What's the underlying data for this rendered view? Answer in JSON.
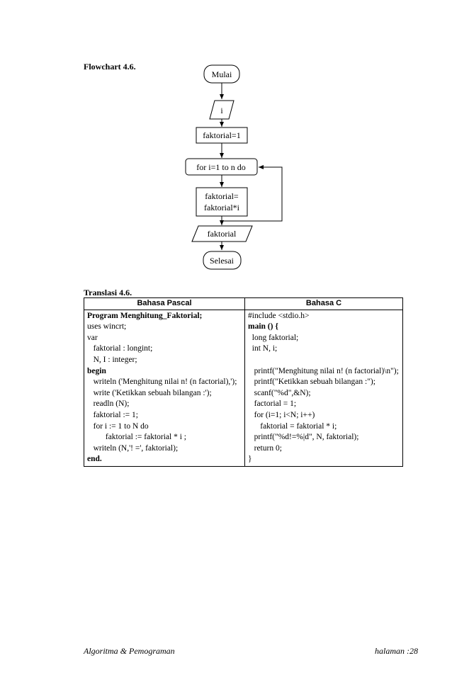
{
  "flowchart": {
    "heading": "Flowchart 4.6.",
    "start": "Mulai",
    "input": "i",
    "init": "faktorial=1",
    "loop": "for i=1 to n do",
    "process_line1": "faktorial=",
    "process_line2": "faktorial*i",
    "output": "faktorial",
    "end": "Selesai"
  },
  "translation": {
    "heading": "Translasi 4.6.",
    "col_pascal": "Bahasa Pascal",
    "col_c": "Bahasa C",
    "pascal_lines": [
      {
        "text": "Program Menghitung_Faktorial;",
        "bold": true
      },
      {
        "text": "uses wincrt;",
        "bold": false
      },
      {
        "text": "var",
        "bold": false
      },
      {
        "text": "   faktorial : longint;",
        "bold": false
      },
      {
        "text": "   N, I : integer;",
        "bold": false
      },
      {
        "text": "begin",
        "bold": true
      },
      {
        "text": "   writeln ('Menghitung nilai n! (n factorial),');",
        "bold": false
      },
      {
        "text": "   write ('Ketikkan sebuah bilangan :');",
        "bold": false
      },
      {
        "text": "   readln (N);",
        "bold": false
      },
      {
        "text": "   faktorial := 1;",
        "bold": false
      },
      {
        "text": "   for i := 1 to N do",
        "bold": false
      },
      {
        "text": "         faktorial := faktorial * i ;",
        "bold": false
      },
      {
        "text": "   writeln (N,'! =', faktorial);",
        "bold": false
      },
      {
        "text": "end.",
        "bold": true
      }
    ],
    "c_lines": [
      {
        "text": "#include <stdio.h>",
        "bold": false
      },
      {
        "text": "main () {",
        "bold": true
      },
      {
        "text": "  long faktorial;",
        "bold": false
      },
      {
        "text": "  int N, i;",
        "bold": false
      },
      {
        "text": " ",
        "bold": false
      },
      {
        "text": "   printf(\"Menghitung nilai n! (n factorial)\\n\");",
        "bold": false
      },
      {
        "text": "   printf(\"Ketikkan sebuah bilangan :\");",
        "bold": false
      },
      {
        "text": "   scanf(\"%d\",&N);",
        "bold": false
      },
      {
        "text": "   factorial = 1;",
        "bold": false
      },
      {
        "text": "   for (i=1; i<N; i++)",
        "bold": false
      },
      {
        "text": "      faktorial = faktorial * i;",
        "bold": false
      },
      {
        "text": "   printf(\"%d!=%|d\", N, faktorial);",
        "bold": false
      },
      {
        "text": "   return 0;",
        "bold": false
      },
      {
        "text": "}",
        "bold": false
      }
    ]
  },
  "footer": {
    "left": "Algoritma & Pemograman",
    "right": "halaman :28"
  }
}
